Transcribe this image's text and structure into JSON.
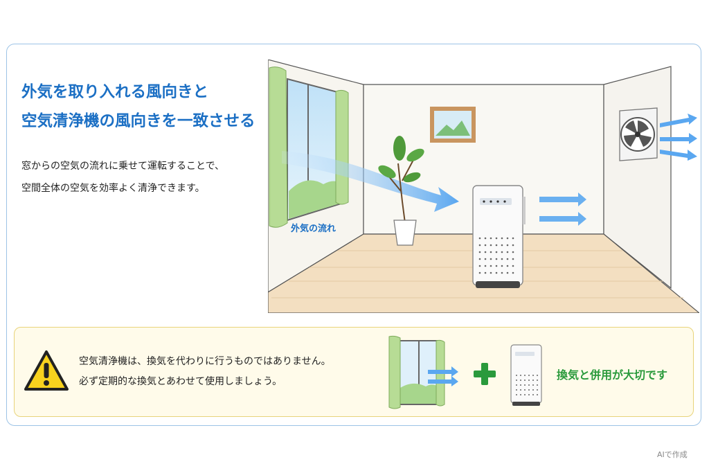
{
  "headline": {
    "line1": "外気を取り入れる風向きと",
    "line2": "空気清浄機の風向きを一致させる"
  },
  "description": {
    "line1": "窓からの空気の流れに乗せて運転することで、",
    "line2": "空間全体の空気を効率よく清浄できます。"
  },
  "scene": {
    "flow_label": "外気の流れ"
  },
  "notice": {
    "line1": "空気清浄機は、換気を代わりに行うものではありません。",
    "line2": "必ず定期的な換気とあわせて使用しましょう。",
    "combo_label": "換気と併用が大切です"
  },
  "credit": "AIで作成",
  "colors": {
    "headline_blue": "#1b6fc4",
    "airflow_blue": "#5aa7f0",
    "combo_green": "#2a9a3c",
    "warning_yellow": "#f7d21e",
    "card_border": "#9cc3e6",
    "notice_bg": "#fffbea"
  },
  "icons": [
    "warning-icon",
    "plus-icon",
    "window-icon",
    "air-purifier-icon",
    "ventilation-fan-icon",
    "plant-icon",
    "picture-frame-icon"
  ]
}
